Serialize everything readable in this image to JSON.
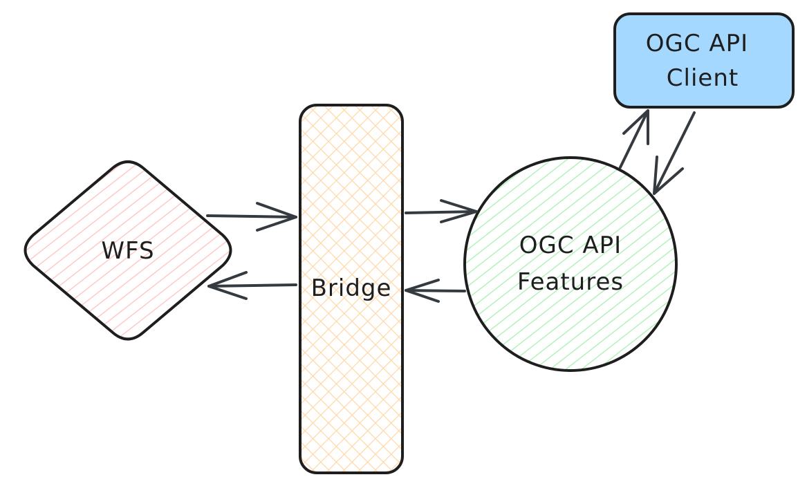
{
  "nodes": {
    "wfs": {
      "label": "WFS",
      "fill": "#ffc9c9",
      "shape": "diamond"
    },
    "bridge": {
      "label": "Bridge",
      "fill": "#ffd8a8",
      "shape": "rectangle"
    },
    "features": {
      "label_line1": "OGC API",
      "label_line2": "Features",
      "fill": "#b2f2bb",
      "shape": "ellipse"
    },
    "client": {
      "label_line1": "OGC API",
      "label_line2": "Client",
      "fill": "#a5d8ff",
      "shape": "rounded-rectangle"
    }
  },
  "edges": [
    {
      "from": "wfs",
      "to": "bridge"
    },
    {
      "from": "bridge",
      "to": "wfs"
    },
    {
      "from": "bridge",
      "to": "features"
    },
    {
      "from": "features",
      "to": "bridge"
    },
    {
      "from": "features",
      "to": "client"
    },
    {
      "from": "client",
      "to": "features"
    }
  ],
  "colors": {
    "stroke": "#1e1e1e",
    "arrow": "#343a40",
    "background": "#ffffff"
  }
}
